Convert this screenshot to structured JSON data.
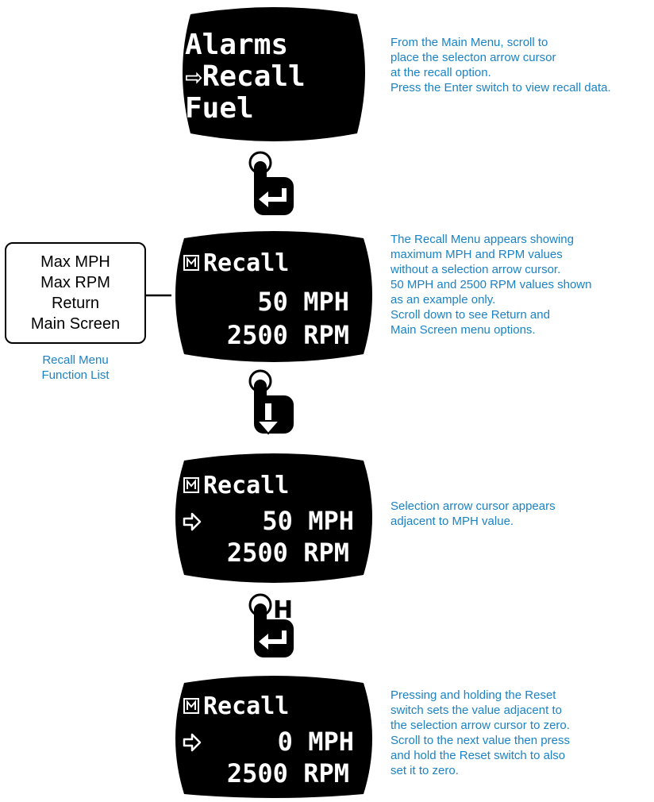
{
  "screens": [
    {
      "lines": [
        "Alarms",
        "⇨Recall",
        "Fuel"
      ]
    },
    {
      "header": "Recall",
      "lines": [
        "50 MPH",
        "2500 RPM"
      ]
    },
    {
      "header": "Recall",
      "line1": "50 MPH",
      "line2": "2500 RPM"
    },
    {
      "header": "Recall",
      "line1": "0 MPH",
      "line2": "2500 RPM"
    }
  ],
  "hold_label": "H",
  "descriptions": {
    "step1": [
      "From the Main Menu, scroll to",
      "place the selecton arrow cursor",
      "at the recall option.",
      "Press the Enter switch to view recall data."
    ],
    "step2": [
      "The Recall Menu appears showing",
      "maximum MPH and RPM values",
      "without a selection arrow cursor.",
      "50 MPH and 2500 RPM values shown",
      "as an example only.",
      "Scroll down to see Return and",
      "Main Screen menu options."
    ],
    "step3": [
      "Selection arrow cursor appears",
      "adjacent to MPH value."
    ],
    "step4": [
      "Pressing and holding the Reset",
      "switch sets the value adjacent to",
      "the selection arrow cursor to zero.",
      "Scroll to the next value then press",
      "and hold the Reset switch to also",
      "set it to zero."
    ]
  },
  "function_list": {
    "items": [
      "Max MPH",
      "Max RPM",
      "Return",
      "Main Screen"
    ],
    "caption": [
      "Recall Menu",
      "Function List"
    ]
  },
  "colors": {
    "text_blue": "#1b83c4",
    "lcd": "#000000"
  }
}
